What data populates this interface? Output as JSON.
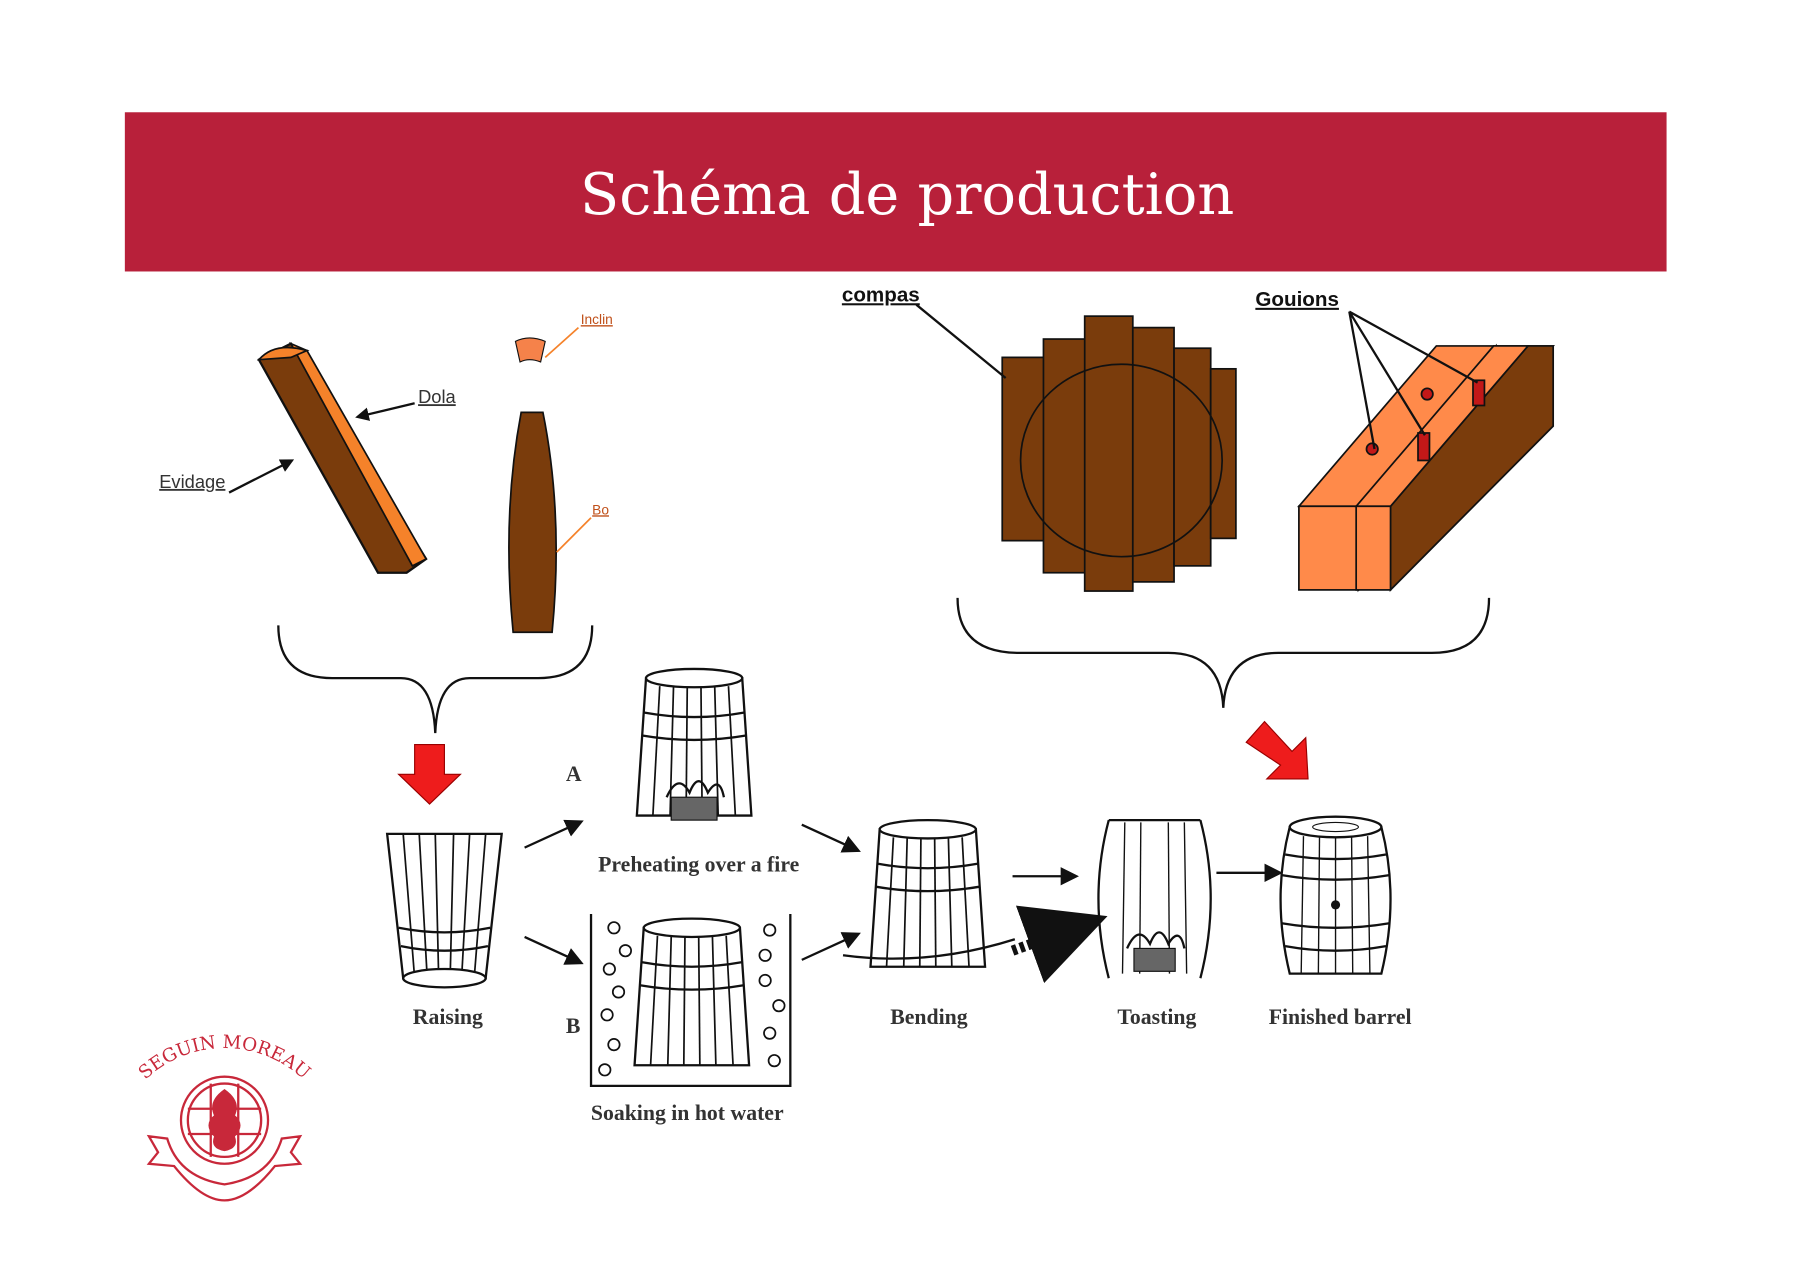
{
  "title": "Schéma de production",
  "colors": {
    "banner": "#b8203a",
    "wood_dark": "#7a3c0c",
    "wood_light": "#f5822a",
    "arrow_red": "#ee1c1c"
  },
  "stave_labels": {
    "dola": "Dola",
    "evidage": "Evidage",
    "inclin": "Inclin",
    "bo": "Bo"
  },
  "head_labels": {
    "compas": "compas",
    "goujons": "Gouions"
  },
  "steps": {
    "raising": "Raising",
    "route_a": "A",
    "route_b": "B",
    "preheating": "Preheating over a fire",
    "soaking": "Soaking in hot water",
    "bending": "Bending",
    "toasting": "Toasting",
    "finished": "Finished barrel"
  },
  "logo": {
    "text": "SEGUIN MOREAU"
  }
}
